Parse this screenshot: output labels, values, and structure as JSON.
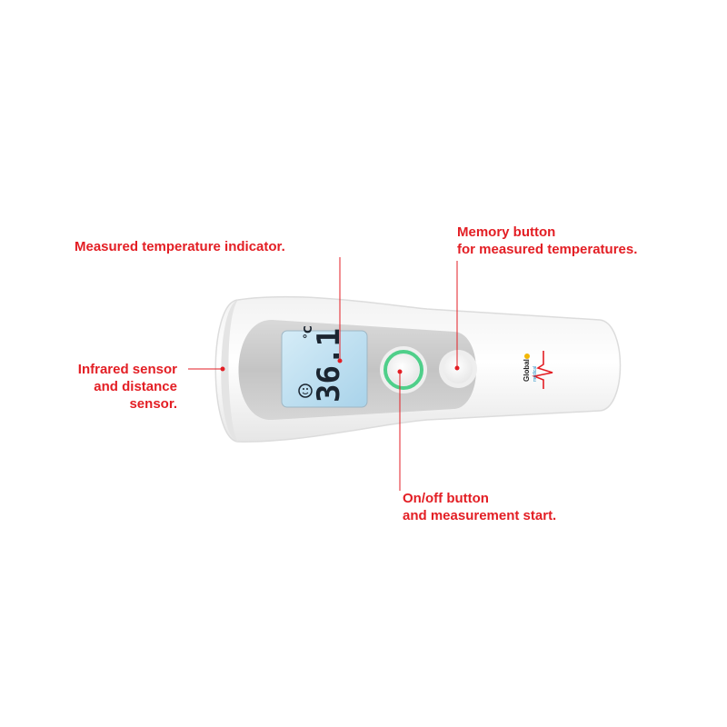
{
  "annotations": {
    "temperature_indicator": [
      "Measured temperature indicator."
    ],
    "memory_button": [
      "Memory button",
      "for measured temperatures."
    ],
    "infrared_sensor": [
      "Infrared sensor",
      "and distance",
      "sensor."
    ],
    "onoff_button": [
      "On/off button",
      "and measurement start."
    ]
  },
  "display": {
    "reading": "36.1",
    "unit": "°C",
    "mode_icon": "face-icon"
  },
  "brand": {
    "name": "Global",
    "tagline": "medical"
  },
  "colors": {
    "annotation": "#e31e24",
    "body": "#f7f7f7",
    "panel": "#c7c7c7",
    "lcd": "#b9dcef",
    "power_ring": "#4fcf8a"
  }
}
